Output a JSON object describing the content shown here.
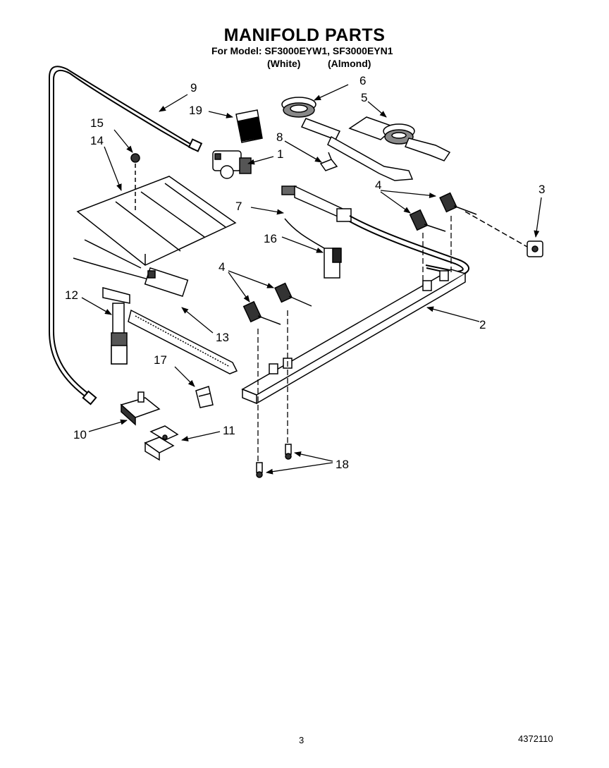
{
  "title": "MANIFOLD PARTS",
  "model_line": "For Model: SF3000EYW1, SF3000EYN1",
  "colors": [
    "(White)",
    "(Almond)"
  ],
  "callouts": [
    "1",
    "2",
    "3",
    "4",
    "4",
    "5",
    "6",
    "7",
    "8",
    "9",
    "10",
    "11",
    "12",
    "13",
    "14",
    "15",
    "16",
    "17",
    "18",
    "19"
  ],
  "page_number": "3",
  "document_number": "4372110"
}
